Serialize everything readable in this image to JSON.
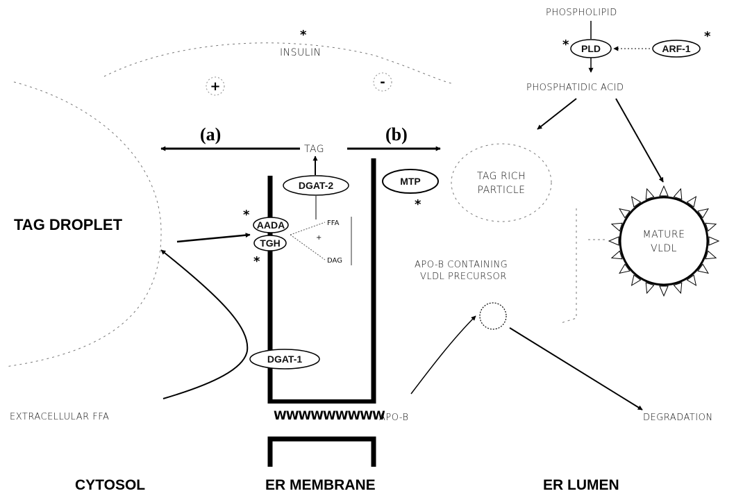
{
  "labels": {
    "phospholipid": "PHOSPHOLIPID",
    "phosphatidic_acid": "PHOSPHATIDIC ACID",
    "insulin": "INSULIN",
    "tag": "TAG",
    "tag_droplet": "TAG DROPLET",
    "tag_rich_line1": "TAG RICH",
    "tag_rich_line2": "PARTICLE",
    "mature_line1": "MATURE",
    "mature_line2": "VLDL",
    "precursor_line1": "APO-B CONTAINING",
    "precursor_line2": "VLDL PRECURSOR",
    "extracellular_ffa": "EXTRACELLULAR FFA",
    "apo_b": "APO-B",
    "degradation": "DEGRADATION",
    "ffa": "FFA",
    "dag": "DAG",
    "path_a": "(a)",
    "path_b": "(b)",
    "plus": "+",
    "minus": "-",
    "star": "*",
    "membrane_wave": "WWWWWWWWW"
  },
  "enzymes": {
    "pld": "PLD",
    "arf1": "ARF-1",
    "dgat2": "DGAT-2",
    "mtp": "MTP",
    "aada": "AADA",
    "tgh": "TGH",
    "dgat1": "DGAT-1"
  },
  "regions": {
    "cytosol": "CYTOSOL",
    "er_membrane": "ER MEMBRANE",
    "er_lumen": "ER LUMEN"
  }
}
